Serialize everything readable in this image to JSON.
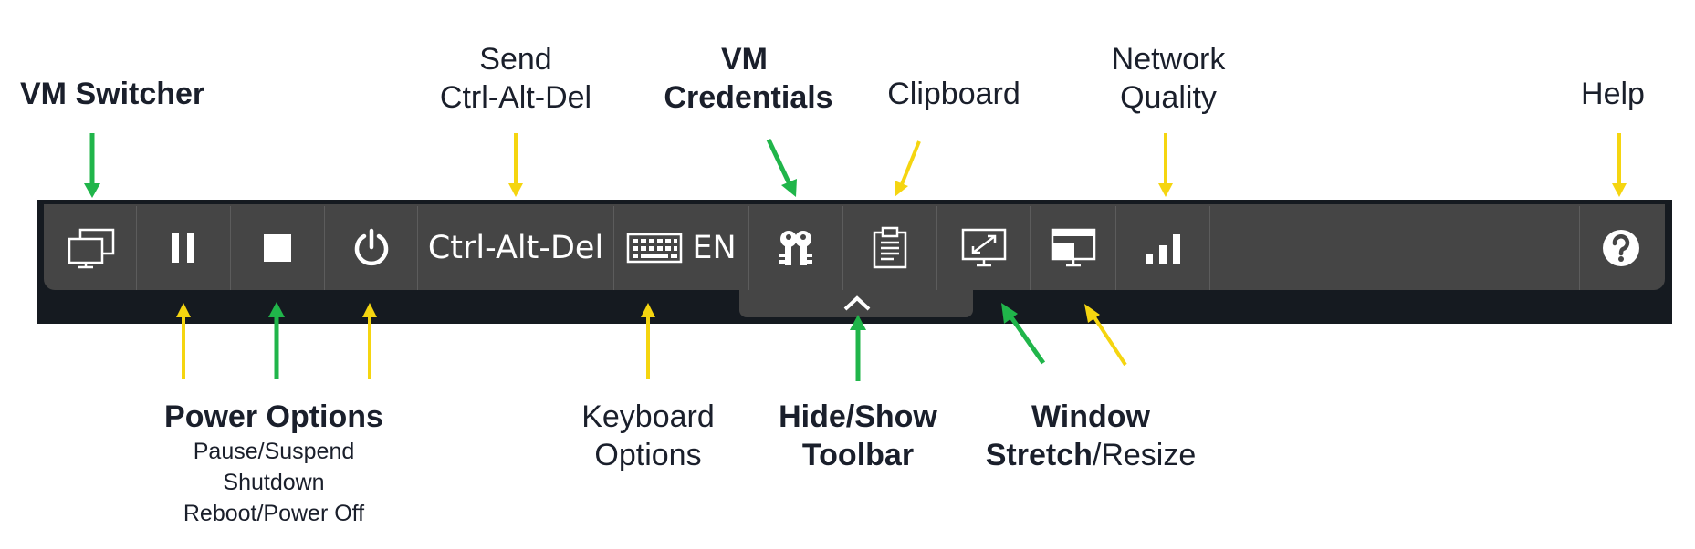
{
  "labels": {
    "vm_switcher": "VM Switcher",
    "send_cad_line1": "Send",
    "send_cad_line2": "Ctrl-Alt-Del",
    "vm_credentials_line1": "VM",
    "vm_credentials_line2": "Credentials",
    "clipboard": "Clipboard",
    "network_quality_line1": "Network",
    "network_quality_line2": "Quality",
    "help": "Help",
    "power_options": "Power Options",
    "power_sub1": "Pause/Suspend",
    "power_sub2": "Shutdown",
    "power_sub3": "Reboot/Power Off",
    "keyboard_options_line1": "Keyboard",
    "keyboard_options_line2": "Options",
    "hide_show_line1": "Hide/Show",
    "hide_show_line2": "Toolbar",
    "window_line1": "Window",
    "window_stretch": "Stretch",
    "window_resize": "/Resize"
  },
  "toolbar": {
    "ctrl_alt_del": "Ctrl-Alt-Del",
    "keyboard_lang": "EN"
  },
  "colors": {
    "arrow_green": "#20b54a",
    "arrow_yellow": "#f5d510",
    "toolbar_bg": "#454545",
    "frame_bg": "#151a20",
    "label_text": "#1a1f2b"
  },
  "icons": [
    "vm-switcher-icon",
    "pause-icon",
    "stop-icon",
    "power-icon",
    "keyboard-icon",
    "keys-icon",
    "clipboard-icon",
    "stretch-icon",
    "resize-icon",
    "signal-bars-icon",
    "help-icon",
    "chevron-up-icon"
  ]
}
